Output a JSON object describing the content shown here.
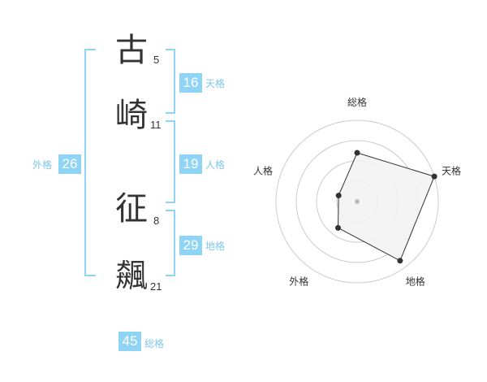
{
  "name": {
    "chars": [
      {
        "char": "古",
        "strokes": "5"
      },
      {
        "char": "崎",
        "strokes": "11"
      },
      {
        "char": "征",
        "strokes": "8"
      },
      {
        "char": "飆",
        "strokes": "21"
      }
    ]
  },
  "fortunes": {
    "tenkaku": {
      "value": "16",
      "label": "天格"
    },
    "jinkaku": {
      "value": "19",
      "label": "人格"
    },
    "chikaku": {
      "value": "29",
      "label": "地格"
    },
    "gaikaku": {
      "value": "26",
      "label": "外格"
    },
    "soukaku": {
      "value": "45",
      "label": "総格"
    }
  },
  "colors": {
    "accent": "#8fd3f5",
    "label": "#7fc7ea",
    "text": "#333333"
  },
  "chart_data": {
    "type": "radar",
    "axes": [
      "総格",
      "天格",
      "地格",
      "外格",
      "人格"
    ],
    "values": [
      3.0,
      5.0,
      4.5,
      2.0,
      1.2
    ],
    "max": 5,
    "rings": 4,
    "fill": "#f2f2f2",
    "stroke": "#333333"
  }
}
